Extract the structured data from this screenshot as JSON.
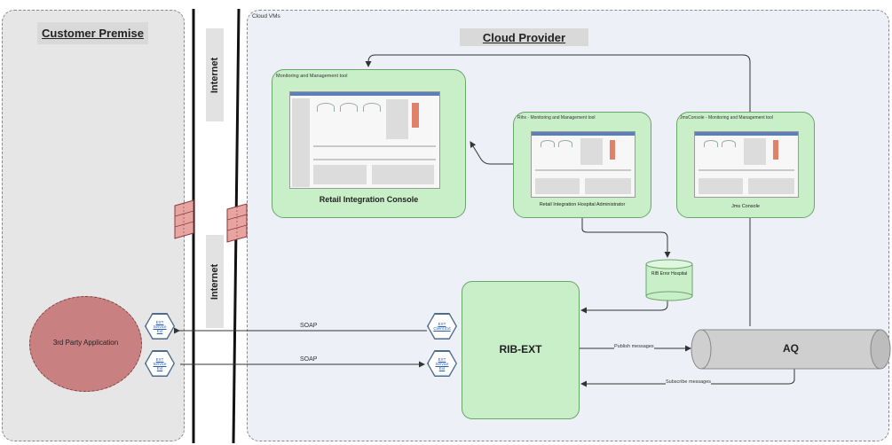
{
  "regions": {
    "customer_title": "Customer Premise",
    "cloud_vms_label": "Cloud VMs",
    "cloud_title": "Cloud Provider",
    "internet_top": "Internet",
    "internet_bottom": "Internet"
  },
  "consoles": {
    "ric_caption": "Monitoring and Management tool",
    "ric_name": "Retail Integration Console",
    "rihosp_caption": "Rihx - Monitoring and Management tool",
    "rihosp_name": "Retail Integration Hospital Administrator",
    "jms_caption": "JmsConsole - Monitoring and Management tool",
    "jms_name": "Jms Console"
  },
  "nodes": {
    "third_party": "3rd Party Application",
    "rib_ext": "RIB-EXT",
    "aq": "AQ",
    "error_hospital": "RIB Error Hospital"
  },
  "services": {
    "left_top": "EXT Service Ext",
    "left_bottom": "EXT Service Ext",
    "right_top": "EXT Client Ext",
    "right_bottom": "EXT Service Ext"
  },
  "edges": {
    "soap_top": "SOAP",
    "soap_bottom": "SOAP",
    "publish": "Publish messages",
    "subscribe": "Subscribe messages"
  },
  "colors": {
    "green_fill": "#c9efc9",
    "third_party_fill": "#c98080",
    "firewall_fill": "#e8a4a0"
  }
}
